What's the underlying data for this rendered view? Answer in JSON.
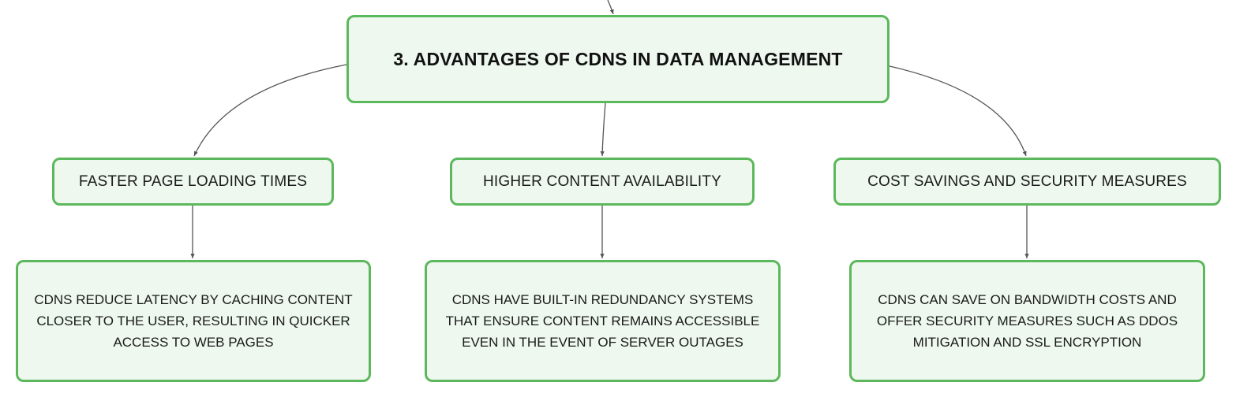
{
  "colors": {
    "node_border": "#5cb85c",
    "node_fill": "#eef8ee",
    "connector": "#555555",
    "text": "#1a1a1a"
  },
  "root": {
    "label": "3. ADVANTAGES OF CDNS IN DATA MANAGEMENT"
  },
  "branches": [
    {
      "label": "FASTER PAGE LOADING TIMES",
      "detail": "CDNS REDUCE LATENCY BY CACHING CONTENT CLOSER TO THE USER, RESULTING IN QUICKER ACCESS TO WEB PAGES"
    },
    {
      "label": "HIGHER CONTENT AVAILABILITY",
      "detail": "CDNS HAVE BUILT-IN REDUNDANCY SYSTEMS THAT ENSURE CONTENT REMAINS ACCESSIBLE EVEN IN THE EVENT OF SERVER OUTAGES"
    },
    {
      "label": "COST SAVINGS AND SECURITY MEASURES",
      "detail": "CDNS CAN SAVE ON BANDWIDTH COSTS AND OFFER SECURITY MEASURES SUCH AS DDOS MITIGATION AND SSL ENCRYPTION"
    }
  ]
}
